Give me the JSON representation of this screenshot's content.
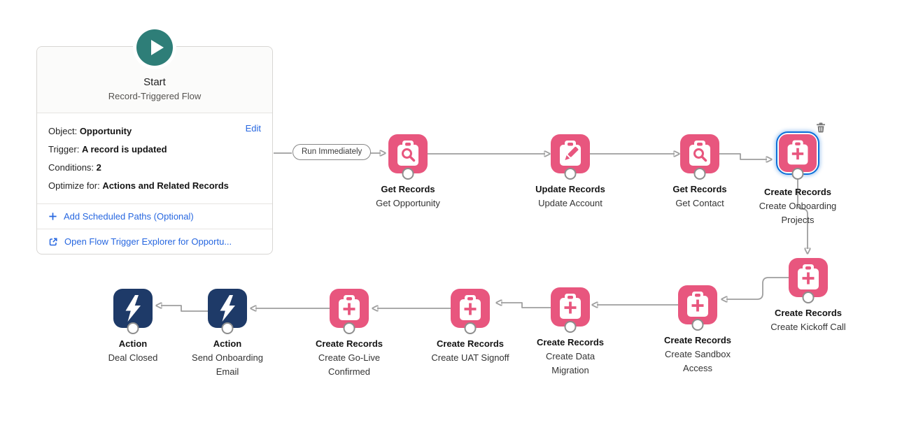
{
  "flow": {
    "connector_label": "Run Immediately",
    "colors": {
      "data_element_pink": "#e8567e",
      "action_element_navy": "#1e3a68",
      "start_teal": "#2e7e78",
      "link_blue": "#2767e0",
      "selection_blue": "#0c6fd8",
      "connector_gray": "#9e9e9e"
    },
    "start_card": {
      "title": "Start",
      "subtitle": "Record-Triggered Flow",
      "edit_label": "Edit",
      "fields": [
        {
          "label": "Object:",
          "value": "Opportunity"
        },
        {
          "label": "Trigger:",
          "value": "A record is updated"
        },
        {
          "label": "Conditions:",
          "value": "2"
        },
        {
          "label": "Optimize for:",
          "value": "Actions and Related Records"
        }
      ],
      "add_scheduled_paths_label": "Add Scheduled Paths (Optional)",
      "open_flow_trigger_label": "Open Flow Trigger Explorer for Opportu..."
    },
    "nodes": [
      {
        "type_label": "Get Records",
        "name_label": "Get Opportunity",
        "icon": "record-lookup-icon",
        "category": "data"
      },
      {
        "type_label": "Update Records",
        "name_label": "Update Account",
        "icon": "record-update-icon",
        "category": "data"
      },
      {
        "type_label": "Get Records",
        "name_label": "Get Contact",
        "icon": "record-lookup-icon",
        "category": "data"
      },
      {
        "type_label": "Create Records",
        "name_label": "Create Onboarding Projects",
        "icon": "record-create-icon",
        "category": "data",
        "selected": true
      },
      {
        "type_label": "Create Records",
        "name_label": "Create Kickoff Call",
        "icon": "record-create-icon",
        "category": "data"
      },
      {
        "type_label": "Create Records",
        "name_label": "Create Sandbox Access",
        "icon": "record-create-icon",
        "category": "data"
      },
      {
        "type_label": "Create Records",
        "name_label": "Create Data Migration",
        "icon": "record-create-icon",
        "category": "data"
      },
      {
        "type_label": "Create Records",
        "name_label": "Create UAT Signoff",
        "icon": "record-create-icon",
        "category": "data"
      },
      {
        "type_label": "Create Records",
        "name_label": "Create Go-Live Confirmed",
        "icon": "record-create-icon",
        "category": "data"
      },
      {
        "type_label": "Action",
        "name_label": "Send Onboarding Email",
        "icon": "action-lightning-icon",
        "category": "action"
      },
      {
        "type_label": "Action",
        "name_label": "Deal Closed",
        "icon": "action-lightning-icon",
        "category": "action"
      }
    ]
  }
}
